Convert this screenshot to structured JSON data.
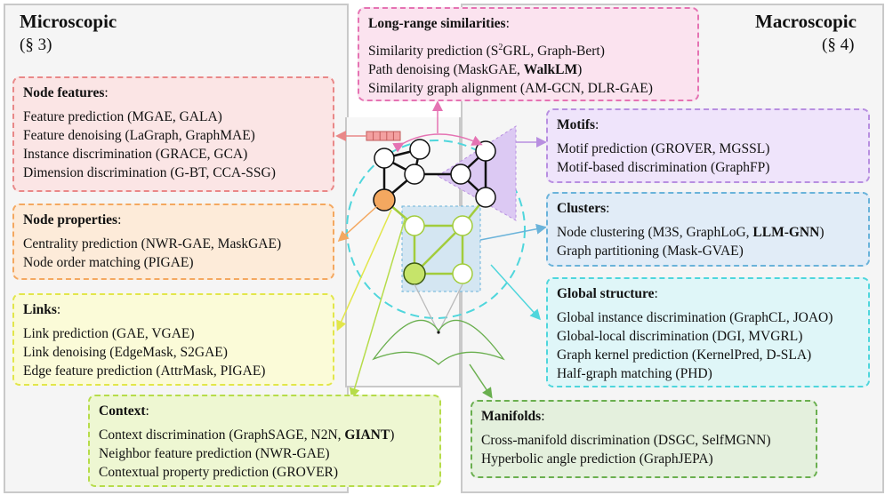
{
  "left": {
    "title": "Microscopic",
    "section": "(§ 3)"
  },
  "right": {
    "title": "Macroscopic",
    "section": "(§ 4)"
  },
  "boxes": {
    "long_range": {
      "header": "Long-range similarities",
      "lines": [
        {
          "pre": "Similarity prediction (S",
          "sup": "2",
          "post": "GRL, Graph-Bert)"
        },
        {
          "pre": "Path denoising (MaskGAE, ",
          "bold": "WalkLM",
          "post": ")"
        },
        {
          "pre": "Similarity graph alignment (AM-GCN, DLR-GAE)"
        }
      ]
    },
    "node_features": {
      "header": "Node features",
      "lines": [
        {
          "pre": "Feature prediction (MGAE, GALA)"
        },
        {
          "pre": "Feature denoising (LaGraph, GraphMAE)"
        },
        {
          "pre": "Instance discrimination (GRACE, GCA)"
        },
        {
          "pre": "Dimension discrimination (G-BT, CCA-SSG)"
        }
      ]
    },
    "node_properties": {
      "header": "Node properties",
      "lines": [
        {
          "pre": "Centrality prediction (NWR-GAE, MaskGAE)"
        },
        {
          "pre": "Node order matching (PIGAE)"
        }
      ]
    },
    "links": {
      "header": "Links",
      "lines": [
        {
          "pre": "Link prediction (GAE, VGAE)"
        },
        {
          "pre": "Link denoising (EdgeMask, S2GAE)"
        },
        {
          "pre": "Edge feature prediction (AttrMask, PIGAE)"
        }
      ]
    },
    "context": {
      "header": "Context",
      "lines": [
        {
          "pre": "Context discrimination (GraphSAGE, N2N, ",
          "bold": "GIANT",
          "post": ")"
        },
        {
          "pre": "Neighbor feature prediction (NWR-GAE)"
        },
        {
          "pre": "Contextual property prediction (GROVER)"
        }
      ]
    },
    "motifs": {
      "header": "Motifs",
      "lines": [
        {
          "pre": "Motif prediction (GROVER, MGSSL)"
        },
        {
          "pre": "Motif-based discrimination (GraphFP)"
        }
      ]
    },
    "clusters": {
      "header": "Clusters",
      "lines": [
        {
          "pre": "Node clustering (M3S, GraphLoG, ",
          "bold": "LLM-GNN",
          "post": ")"
        },
        {
          "pre": "Graph partitioning (Mask-GVAE)"
        }
      ]
    },
    "global_structure": {
      "header": "Global structure",
      "lines": [
        {
          "pre": "Global instance discrimination (GraphCL, JOAO)"
        },
        {
          "pre": "Global-local discrimination (DGI, MVGRL)"
        },
        {
          "pre": "Graph kernel prediction (KernelPred, D-SLA)"
        },
        {
          "pre": "Half-graph matching (PHD)"
        }
      ]
    },
    "manifolds": {
      "header": "Manifolds",
      "lines": [
        {
          "pre": "Cross-manifold discrimination (DSGC, SelfMGNN)"
        },
        {
          "pre": "Hyperbolic angle prediction (GraphJEPA)"
        }
      ]
    }
  },
  "colors": {
    "long_range": "#e573b3",
    "node_features": "#e98888",
    "node_properties": "#f4a860",
    "links": "#e2e64a",
    "context": "#b6dc4a",
    "motifs": "#b88fe0",
    "clusters": "#6ab3da",
    "global_structure": "#4fd6dc",
    "manifolds": "#6aaf4f"
  }
}
